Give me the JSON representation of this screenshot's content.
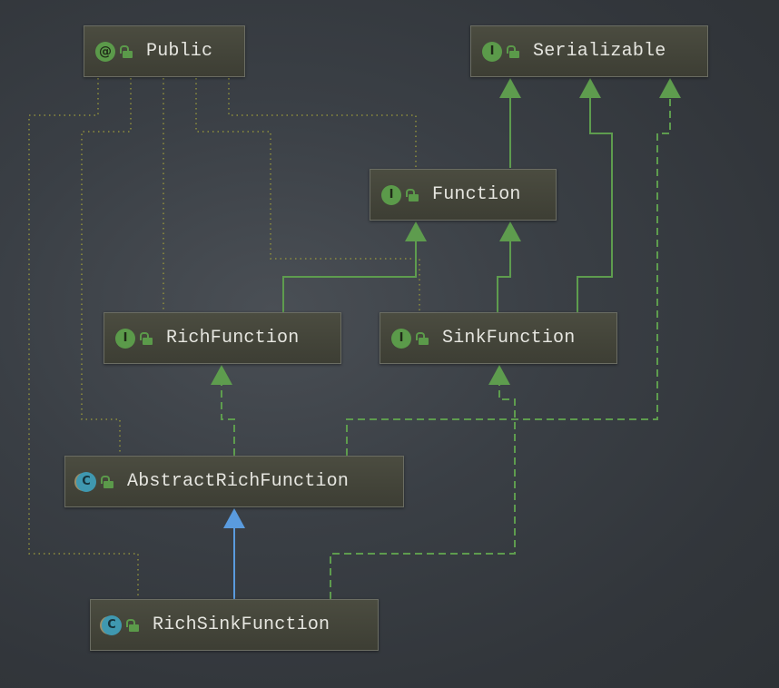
{
  "nodes": {
    "public": {
      "kind": "@",
      "label": "Public"
    },
    "serializable": {
      "kind": "I",
      "label": "Serializable"
    },
    "function": {
      "kind": "I",
      "label": "Function"
    },
    "richfunction": {
      "kind": "I",
      "label": "RichFunction"
    },
    "sinkfunction": {
      "kind": "I",
      "label": "SinkFunction"
    },
    "abstractrichfunction": {
      "kind": "C",
      "label": "AbstractRichFunction"
    },
    "richsinkfunction": {
      "kind": "C",
      "label": "RichSinkFunction"
    }
  },
  "colors": {
    "extends_interface": "#5e9c4e",
    "implements": "#5e9c4e",
    "extends_class": "#5a9bde",
    "annotation_link": "#8a8a3a"
  }
}
